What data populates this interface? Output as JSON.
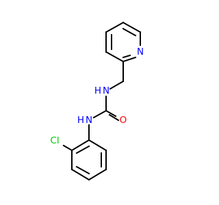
{
  "atoms": {
    "pyridine_n": "N",
    "amide_nh_upper": "H",
    "amide_n_upper": "N",
    "amide_nh_lower": "H",
    "amide_n_lower": "N",
    "carbonyl_o": "O",
    "chlorine": "Cl"
  },
  "colors": {
    "bond": "#000000",
    "nitrogen": "#0000ff",
    "oxygen": "#ff0000",
    "chlorine": "#00cc00"
  }
}
